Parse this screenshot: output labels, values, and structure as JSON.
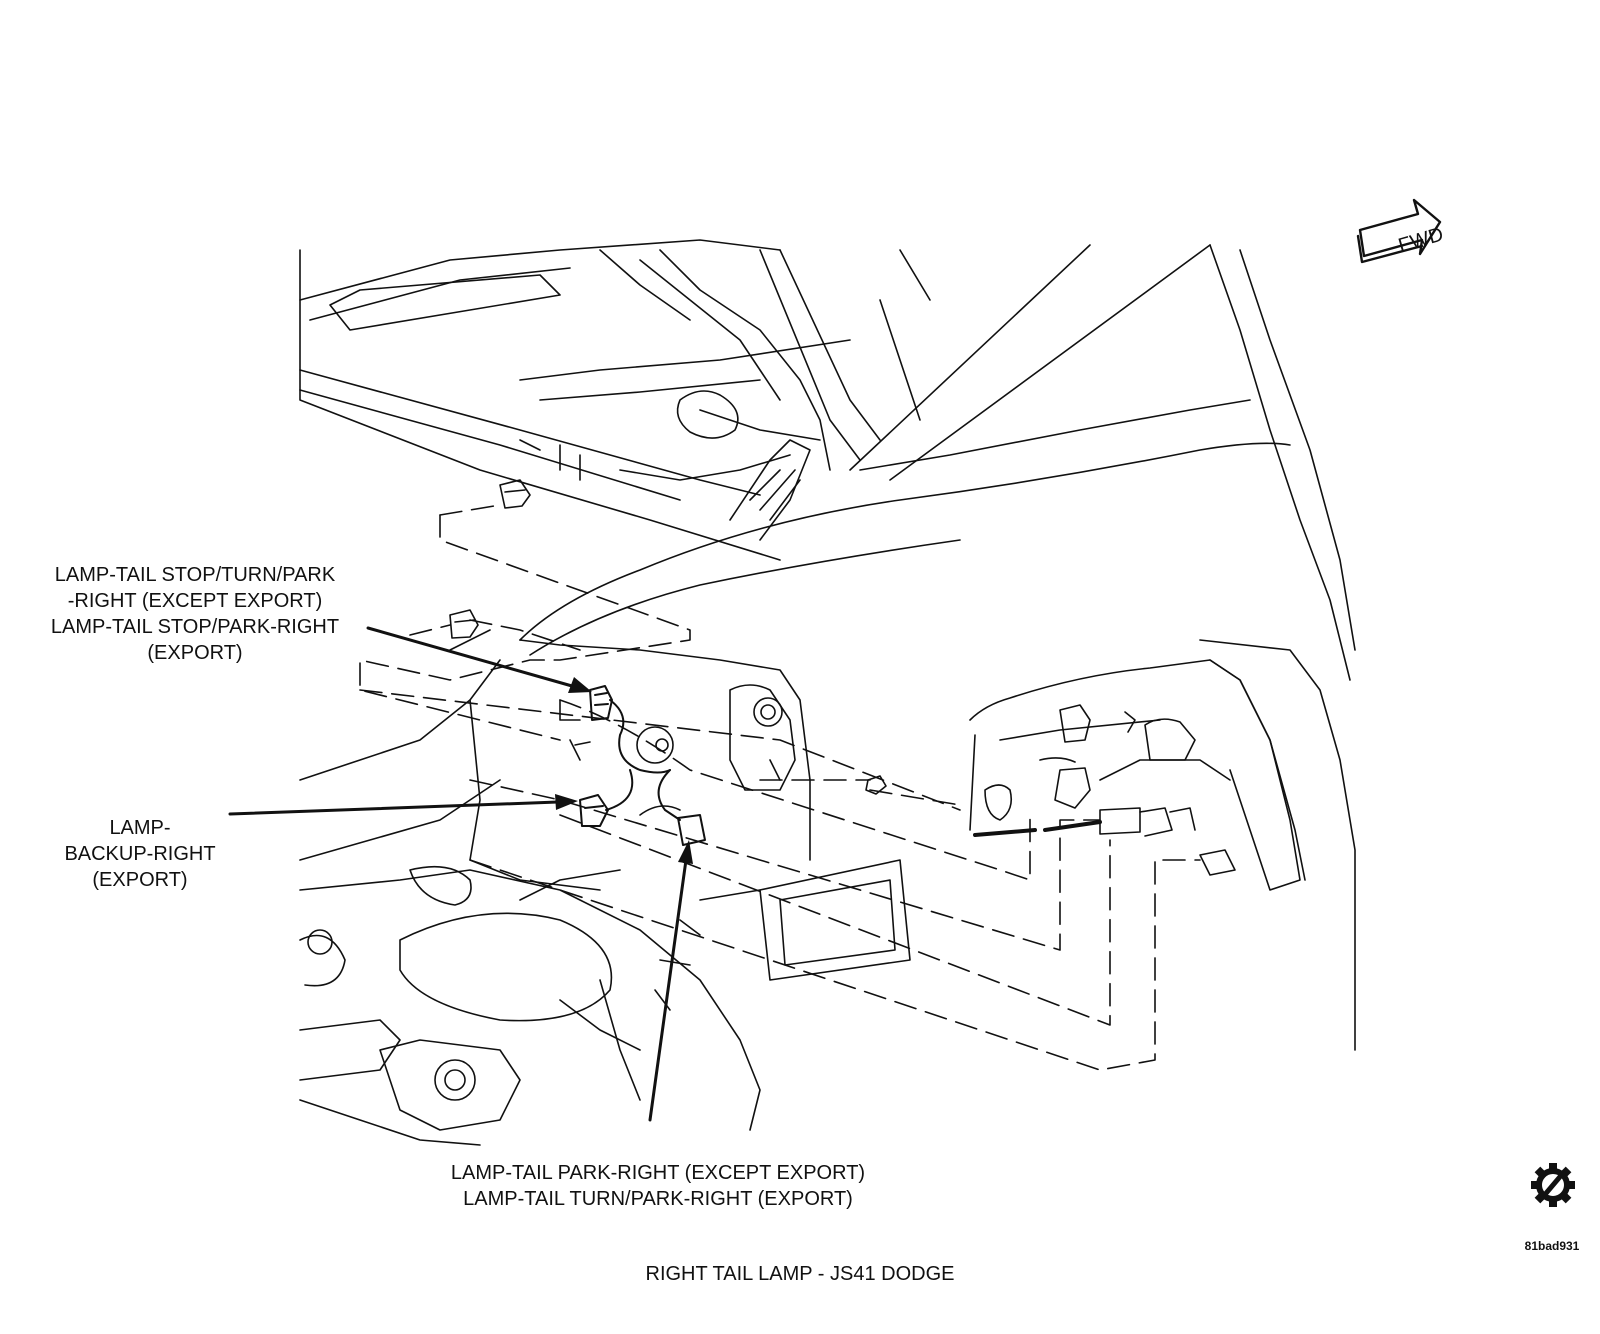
{
  "callouts": {
    "tail_lamp": {
      "lines": [
        "LAMP-TAIL STOP/TURN/PARK",
        "-RIGHT (EXCEPT EXPORT)",
        "LAMP-TAIL STOP/PARK-RIGHT",
        "(EXPORT)"
      ]
    },
    "backup_lamp": {
      "lines": [
        "LAMP-",
        "BACKUP-RIGHT",
        "(EXPORT)"
      ]
    },
    "park_lamp": {
      "lines": [
        "LAMP-TAIL PARK-RIGHT (EXCEPT EXPORT)",
        "LAMP-TAIL TURN/PARK-RIGHT (EXPORT)"
      ]
    }
  },
  "fwd_indicator": {
    "text": "FWD"
  },
  "caption": "RIGHT TAIL LAMP - JS41 DODGE",
  "figure_code": "81bad931",
  "icons": [
    "fwd-arrow-icon",
    "service-gear-icon"
  ],
  "colors": {
    "line": "#111111",
    "background": "#ffffff"
  }
}
